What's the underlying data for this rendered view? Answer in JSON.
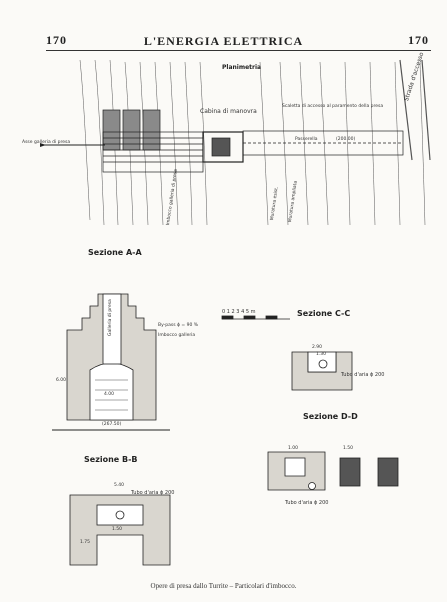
{
  "header": {
    "page_left": "170",
    "title": "L'ENERGIA ELETTRICA",
    "page_right": "170"
  },
  "plan": {
    "title": "Planimetria",
    "labels": {
      "axis": "Asse galleria di presa",
      "cabin": "Cabina di manovra",
      "access": "Scaletta di accesso al paramento della presa",
      "walkway": "Passerella",
      "walkway_dim": "(200.00)",
      "road": "Strada d'accesso",
      "tunnel_inlet": "Imbocco galleria di presa",
      "wall1": "Muratura esist.",
      "wall2": "Muratura ampliata"
    }
  },
  "sections": {
    "aa": {
      "title": "Sezione A-A",
      "bypass": "By-pass  ϕ = 90 %",
      "inlet": "Imbocco galleria",
      "tunnel": "Galleria di presa",
      "dim_w": "4.00",
      "dim_h": "6.00",
      "elev": "(267.50)"
    },
    "cc": {
      "title": "Sezione C-C",
      "w1": "2.90",
      "w2": "1.30",
      "pipe": "Tubo d'aria ϕ 200"
    },
    "dd": {
      "title": "Sezione D-D",
      "w1": "1.00",
      "w2": "1.50",
      "pipe": "Tubo d'aria ϕ 200"
    },
    "bb": {
      "title": "Sezione B-B",
      "w": "5.40",
      "pipe": "Tubo d'aria ϕ 200",
      "inner": "1.50",
      "side": "1.75"
    }
  },
  "scale": {
    "label": "0  1  2  3  4  5 m"
  },
  "caption": "Opere di presa dallo Turrite – Particolari d'imbocco."
}
